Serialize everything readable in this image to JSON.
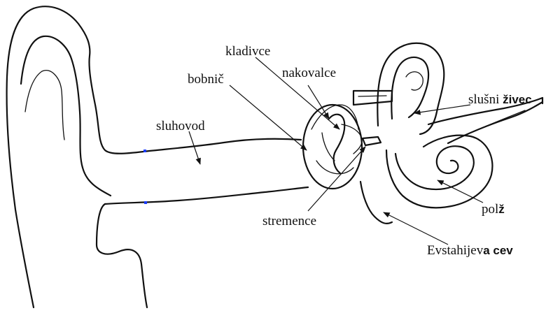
{
  "labels": {
    "kladivce": "kladivce",
    "bobnic": "bobnič",
    "nakovalce": "nakovalce",
    "sluhovod": "sluhovod",
    "slusni_zivec_plain": "slušni ",
    "slusni_zivec_bold": "živec",
    "stremence": "stremence",
    "polz_plain": "pol",
    "polz_bold": "ž",
    "evstahijeva_plain": "Evstahijev",
    "evstahijeva_bold": "a cev"
  },
  "colors": {
    "ink": "#111111",
    "accent_dots": "#1a3cff",
    "background": "#ffffff"
  }
}
